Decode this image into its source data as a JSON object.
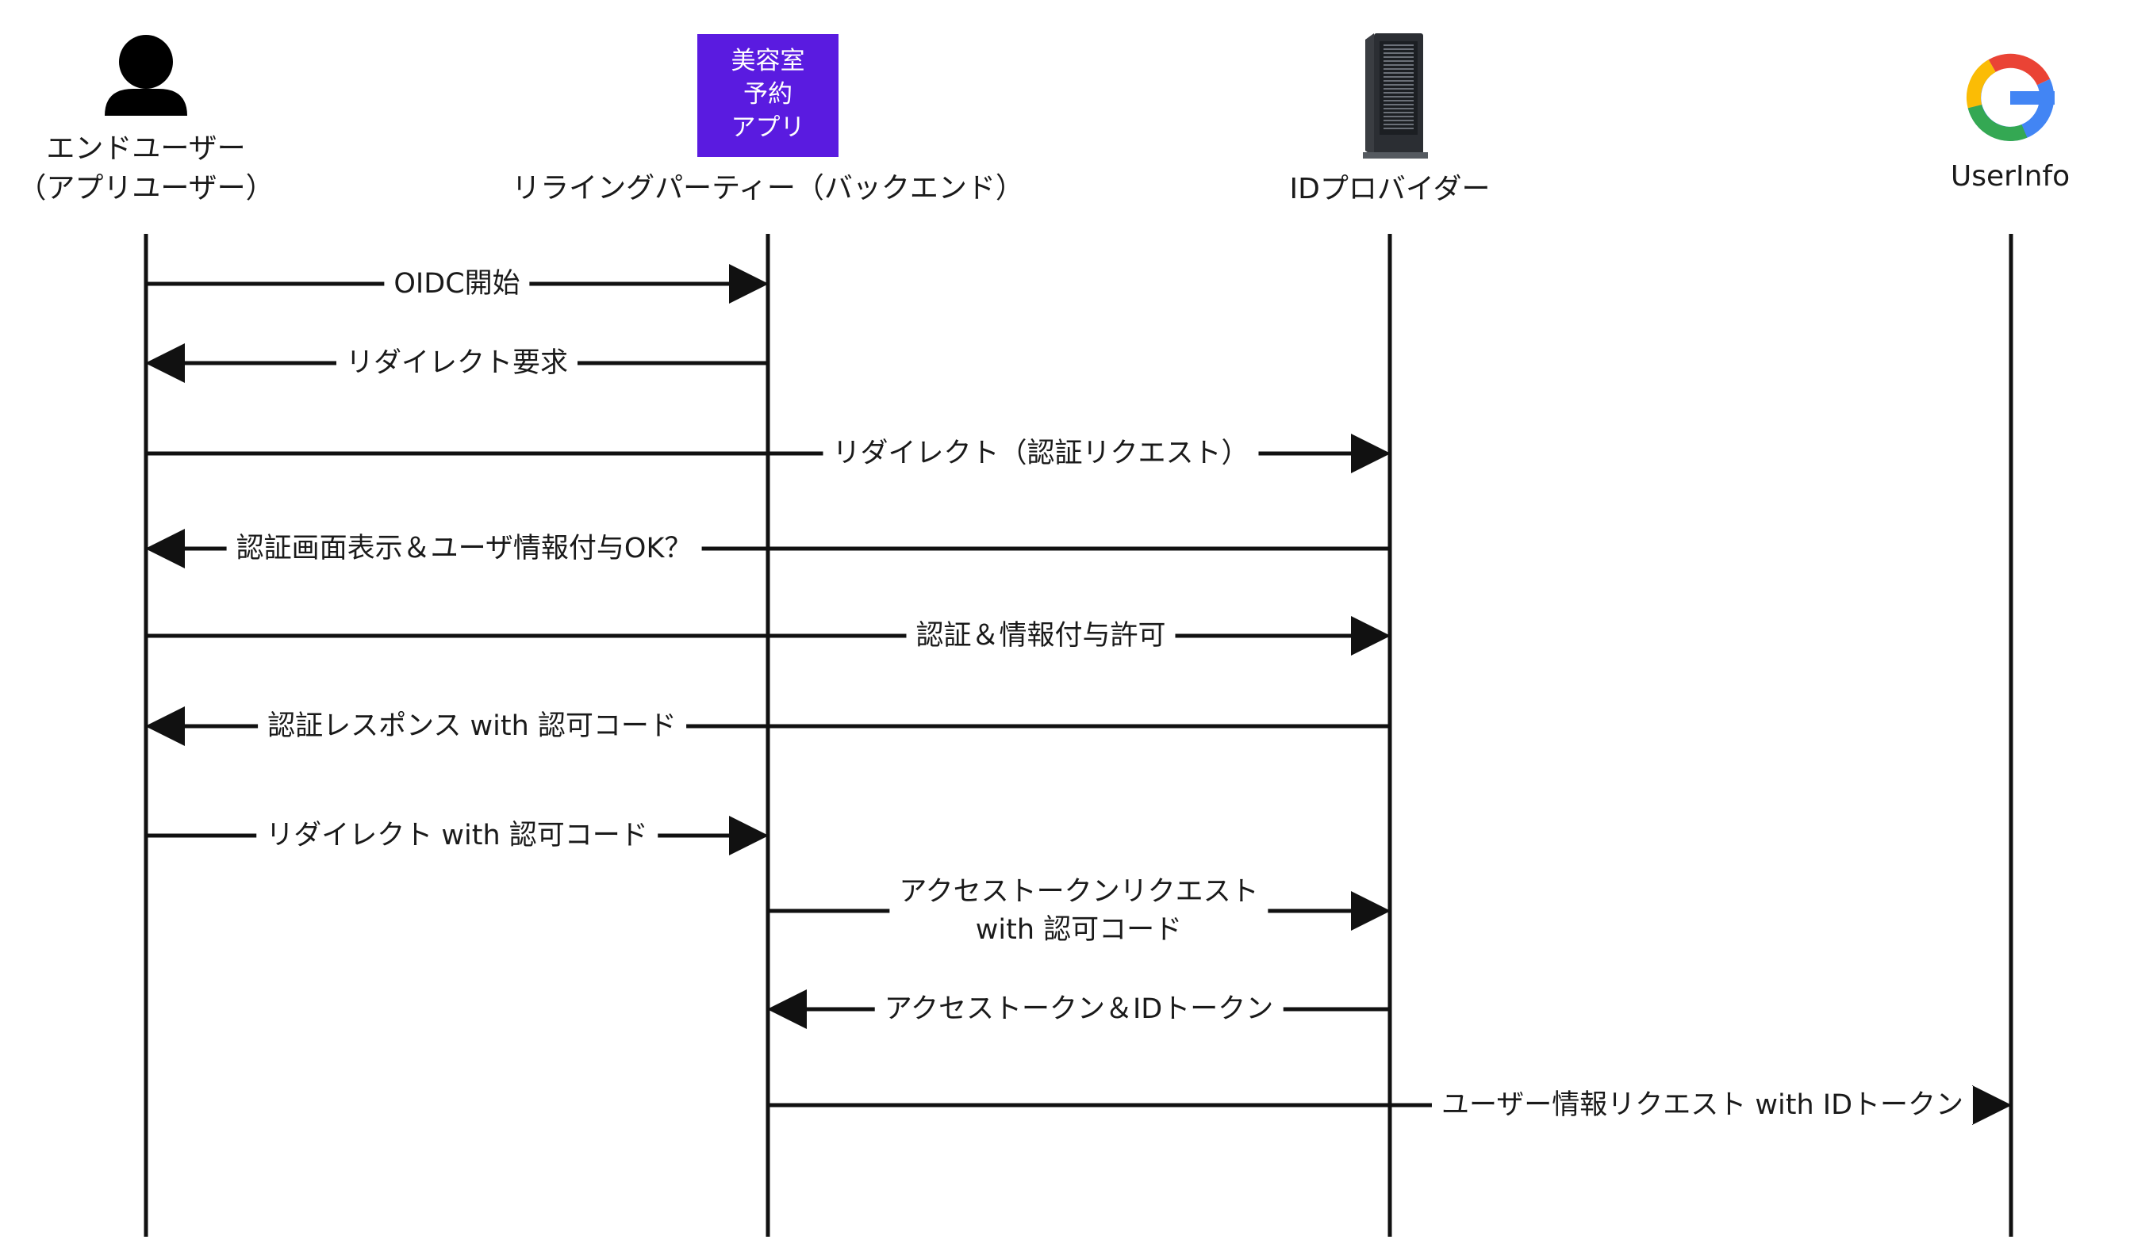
{
  "actors": [
    {
      "id": "end-user",
      "icon": "person-icon",
      "label_lines": [
        "エンドユーザー",
        "（アプリユーザー）"
      ]
    },
    {
      "id": "relying-party",
      "icon": "app-box",
      "box_lines": [
        "美容室",
        "予約",
        "アプリ"
      ],
      "box_color": "#5a1be0",
      "label_lines": [
        "リライングパーティー（バックエンド）"
      ]
    },
    {
      "id": "id-provider",
      "icon": "server-icon",
      "label_lines": [
        "IDプロバイダー"
      ]
    },
    {
      "id": "userinfo",
      "icon": "google-g-icon",
      "label_lines": [
        "UserInfo"
      ]
    }
  ],
  "messages": [
    {
      "from": "end-user",
      "to": "relying-party",
      "lines": [
        "OIDC開始"
      ]
    },
    {
      "from": "relying-party",
      "to": "end-user",
      "lines": [
        "リダイレクト要求"
      ]
    },
    {
      "from": "end-user",
      "to": "id-provider",
      "lines": [
        "リダイレクト（認証リクエスト）"
      ]
    },
    {
      "from": "id-provider",
      "to": "end-user",
      "lines": [
        "認証画面表示＆ユーザ情報付与OK？"
      ]
    },
    {
      "from": "end-user",
      "to": "id-provider",
      "lines": [
        "認証＆情報付与許可"
      ]
    },
    {
      "from": "id-provider",
      "to": "end-user",
      "lines": [
        "認証レスポンス with 認可コード"
      ]
    },
    {
      "from": "end-user",
      "to": "relying-party",
      "lines": [
        "リダイレクト with 認可コード"
      ]
    },
    {
      "from": "relying-party",
      "to": "id-provider",
      "lines": [
        "アクセストークンリクエスト",
        "with 認可コード"
      ]
    },
    {
      "from": "id-provider",
      "to": "relying-party",
      "lines": [
        "アクセストークン＆IDトークン"
      ]
    },
    {
      "from": "relying-party",
      "to": "userinfo",
      "lines": [
        "ユーザー情報リクエスト with IDトークン"
      ]
    }
  ],
  "colors": {
    "line": "#111111",
    "google_blue": "#4285F4",
    "google_red": "#EA4335",
    "google_yellow": "#FBBC05",
    "google_green": "#34A853"
  }
}
